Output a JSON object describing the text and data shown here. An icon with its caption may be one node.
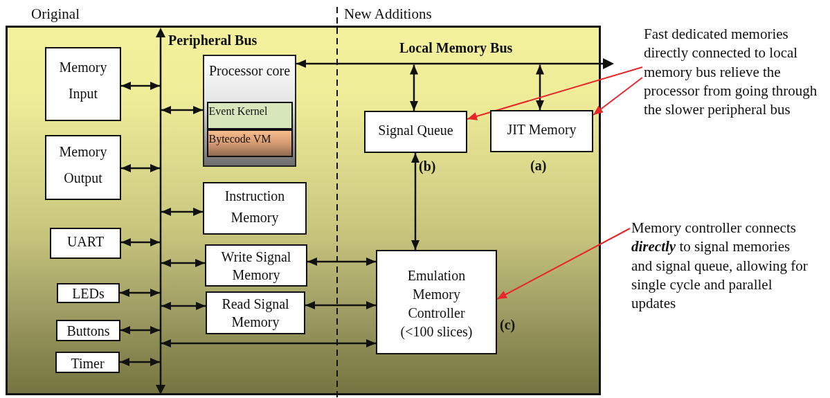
{
  "diagram": {
    "nodes": [
      {
        "text": [],
        "shape": "box"
      },
      {
        "text": [
          "Memory Input"
        ],
        "in": 0
      },
      {
        "text": [
          "Memory Output"
        ],
        "in": 0
      },
      {
        "text": [
          "UART"
        ],
        "in": 0
      },
      {
        "text": [
          "LEDs"
        ],
        "in": 0
      },
      {
        "text": [
          "Buttons"
        ],
        "in": 0
      },
      {
        "text": [
          "Timer"
        ],
        "in": 0
      },
      {
        "text": [],
        "shape": "bar",
        "beside": [
          "Peripheral Bus"
        ],
        "in": 0
      },
      {
        "text": [
          "Processor core"
        ],
        "in": 0
      },
      {
        "text": [
          "Event Kernel"
        ],
        "in": 8
      },
      {
        "text": [
          "Bytecode VM"
        ],
        "in": 8
      },
      {
        "text": [
          "Instruction Memory"
        ],
        "in": 0
      },
      {
        "text": [
          "Write Signal Memory"
        ],
        "in": 0
      },
      {
        "text": [
          "Read Signal Memory"
        ],
        "in": 0
      },
      {
        "text": [],
        "shape": "bar",
        "beside": [
          "Local Memory Bus"
        ],
        "in": 0
      },
      {
        "text": [
          "Signal Queue"
        ],
        "beside": [
          "(b)"
        ],
        "in": 0
      },
      {
        "text": [
          "JIT Memory"
        ],
        "beside": [
          "(a)"
        ],
        "in": 0
      },
      {
        "text": [
          "Emulation Memory Controller (<100 slices)"
        ],
        "beside": [
          "(c)"
        ],
        "in": 0
      },
      {
        "text": [
          "Fast dedicated memories directly connected to local memory bus relieve the processor from going through the slower peripheral bus"
        ]
      },
      {
        "text": [
          "Memory controller connects **directly** to signal memories and signal queue, allowing for single cycle and parallel updates"
        ]
      }
    ],
    "edges": [
      {
        "from": 1,
        "to": 7,
        "arrow": "both"
      },
      {
        "from": 2,
        "to": 7,
        "arrow": "both"
      },
      {
        "from": 3,
        "to": 7,
        "arrow": "both"
      },
      {
        "from": 4,
        "to": 7,
        "arrow": "both"
      },
      {
        "from": 5,
        "to": 7,
        "arrow": "both"
      },
      {
        "from": 6,
        "to": 7,
        "arrow": "both"
      },
      {
        "from": 7,
        "to": 8,
        "arrow": "both"
      },
      {
        "from": 7,
        "to": 11,
        "arrow": "both"
      },
      {
        "from": 7,
        "to": 12,
        "arrow": "both"
      },
      {
        "from": 7,
        "to": 13,
        "arrow": "both"
      },
      {
        "from": 7,
        "to": 17,
        "arrow": "both"
      },
      {
        "from": 12,
        "to": 17,
        "arrow": "both"
      },
      {
        "from": 13,
        "to": 17,
        "arrow": "both"
      },
      {
        "from": 14,
        "to": 8,
        "arrow": "to"
      },
      {
        "from": 14,
        "to": 15,
        "arrow": "both"
      },
      {
        "from": 14,
        "to": 16,
        "arrow": "both"
      },
      {
        "from": 15,
        "to": 17,
        "arrow": "both"
      },
      {
        "from": 18,
        "to": 15,
        "arrow": "to",
        "color": "#e8262a"
      },
      {
        "from": 18,
        "to": 16,
        "arrow": "to",
        "color": "#e8262a"
      },
      {
        "from": 19,
        "to": 17,
        "arrow": "to",
        "color": "#e8262a"
      }
    ],
    "labels": [
      "Original",
      "New Additions"
    ]
  }
}
